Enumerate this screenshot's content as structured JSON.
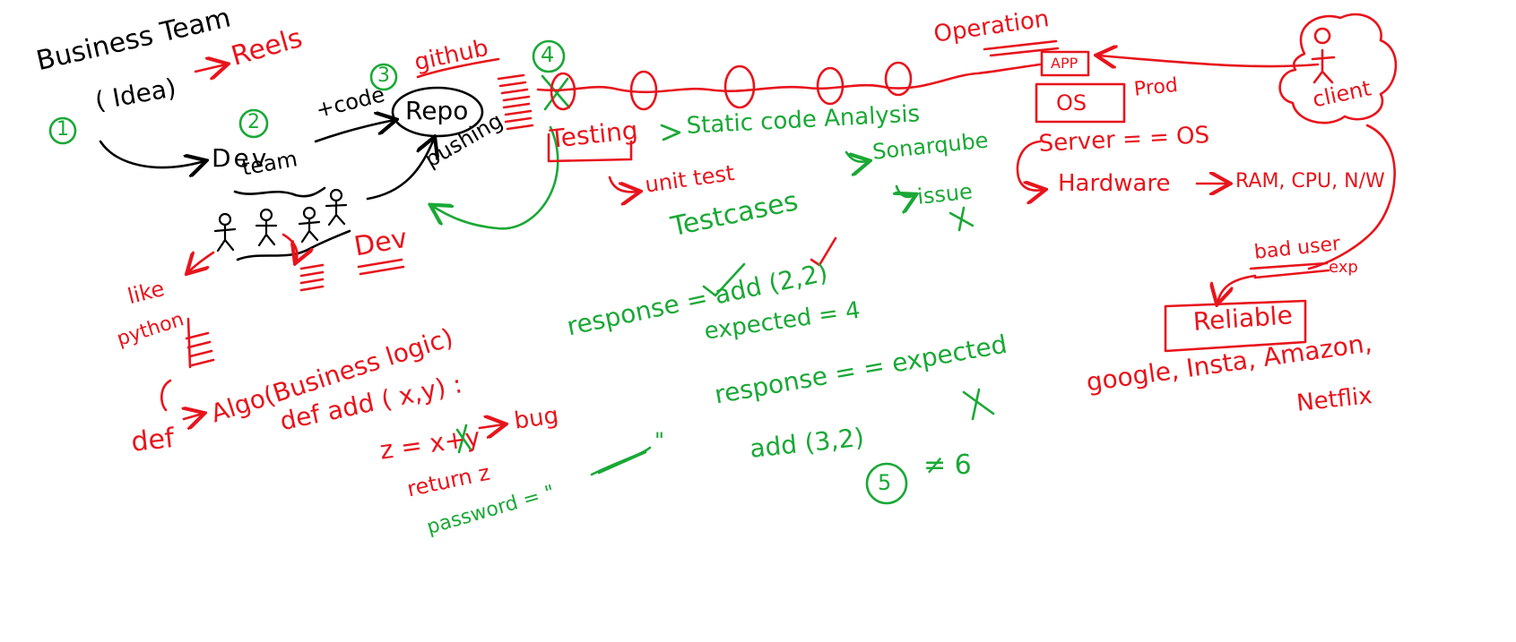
{
  "colors": {
    "ink_black": "#000000",
    "ink_red": "#e8141c",
    "ink_green": "#1aa836",
    "background": "#ffffff"
  },
  "texts": {
    "business_team": "Business Team",
    "idea": "( Idea)",
    "reels": "Reels",
    "step1": "1",
    "step2": "2",
    "step3": "3",
    "step4": "4",
    "step5": "5",
    "dev": "Dev",
    "team": "team",
    "code": "+code",
    "repo": "Repo",
    "pushing": "pushing",
    "github": "github",
    "operation": "Operation",
    "app": "APP",
    "os": "OS",
    "prod": "Prod",
    "client": "client",
    "testing": "Testing",
    "static_code_analysis": "Static code Analysis",
    "sonarqube": "Sonarqube",
    "issue": "issue",
    "unit_test": "unit test",
    "test_cases": "Testcases",
    "server": "Server = = OS",
    "hardware": "Hardware",
    "ram_cpu": "RAM, CPU, N/W",
    "bad_user": "bad user",
    "exp": "exp",
    "reliable": "Reliable",
    "companies_line1": "google, Insta, Amazon,",
    "companies_line2": "Netflix",
    "dev_red": "Dev",
    "like": "like",
    "python": "python",
    "response_add": "response = add (2,2)",
    "expected_4": "expected = 4",
    "response_eq": "response = = expected",
    "add_32": "add (3,2)",
    "neq_6": "≠ 6",
    "def": "def",
    "algo": "Algo(Business logic)",
    "def_add": "def add ( x,y) :",
    "z_eq": "z = x+y",
    "bug": "bug",
    "return_z": "return z",
    "password": "password = \"",
    "password_end": "\""
  }
}
